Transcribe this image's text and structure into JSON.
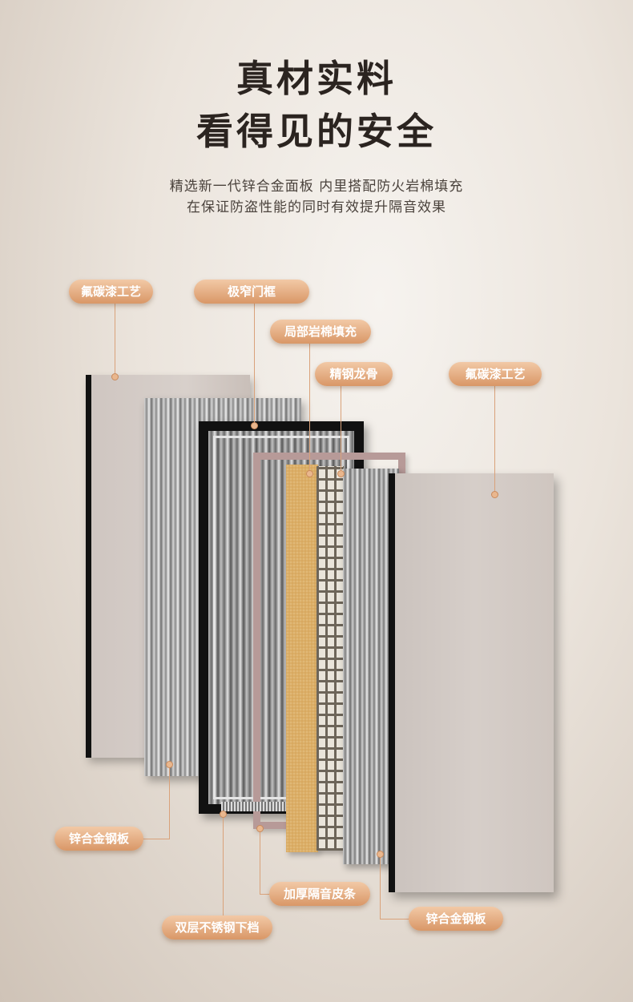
{
  "heading": {
    "line1": "真材实料",
    "line2": "看得见的安全"
  },
  "subtitle": {
    "line1": "精选新一代锌合金面板  内里搭配防火岩棉填充",
    "line2": "在保证防盗性能的同时有效提升隔音效果"
  },
  "labels": {
    "fluorocarbon_left": "氟碳漆工艺",
    "narrow_frame": "极窄门框",
    "rock_wool": "局部岩棉填充",
    "steel_keel": "精钢龙骨",
    "fluorocarbon_right": "氟碳漆工艺",
    "zinc_panel_left": "锌合金钢板",
    "sound_strip": "加厚隔音皮条",
    "stainless_bar": "双层不锈钢下档",
    "zinc_panel_right": "锌合金钢板"
  },
  "colors": {
    "tag_top": "#f2c9a6",
    "tag_bottom": "#d99767",
    "leader_line": "#d9a27a",
    "title": "#2b2420"
  }
}
